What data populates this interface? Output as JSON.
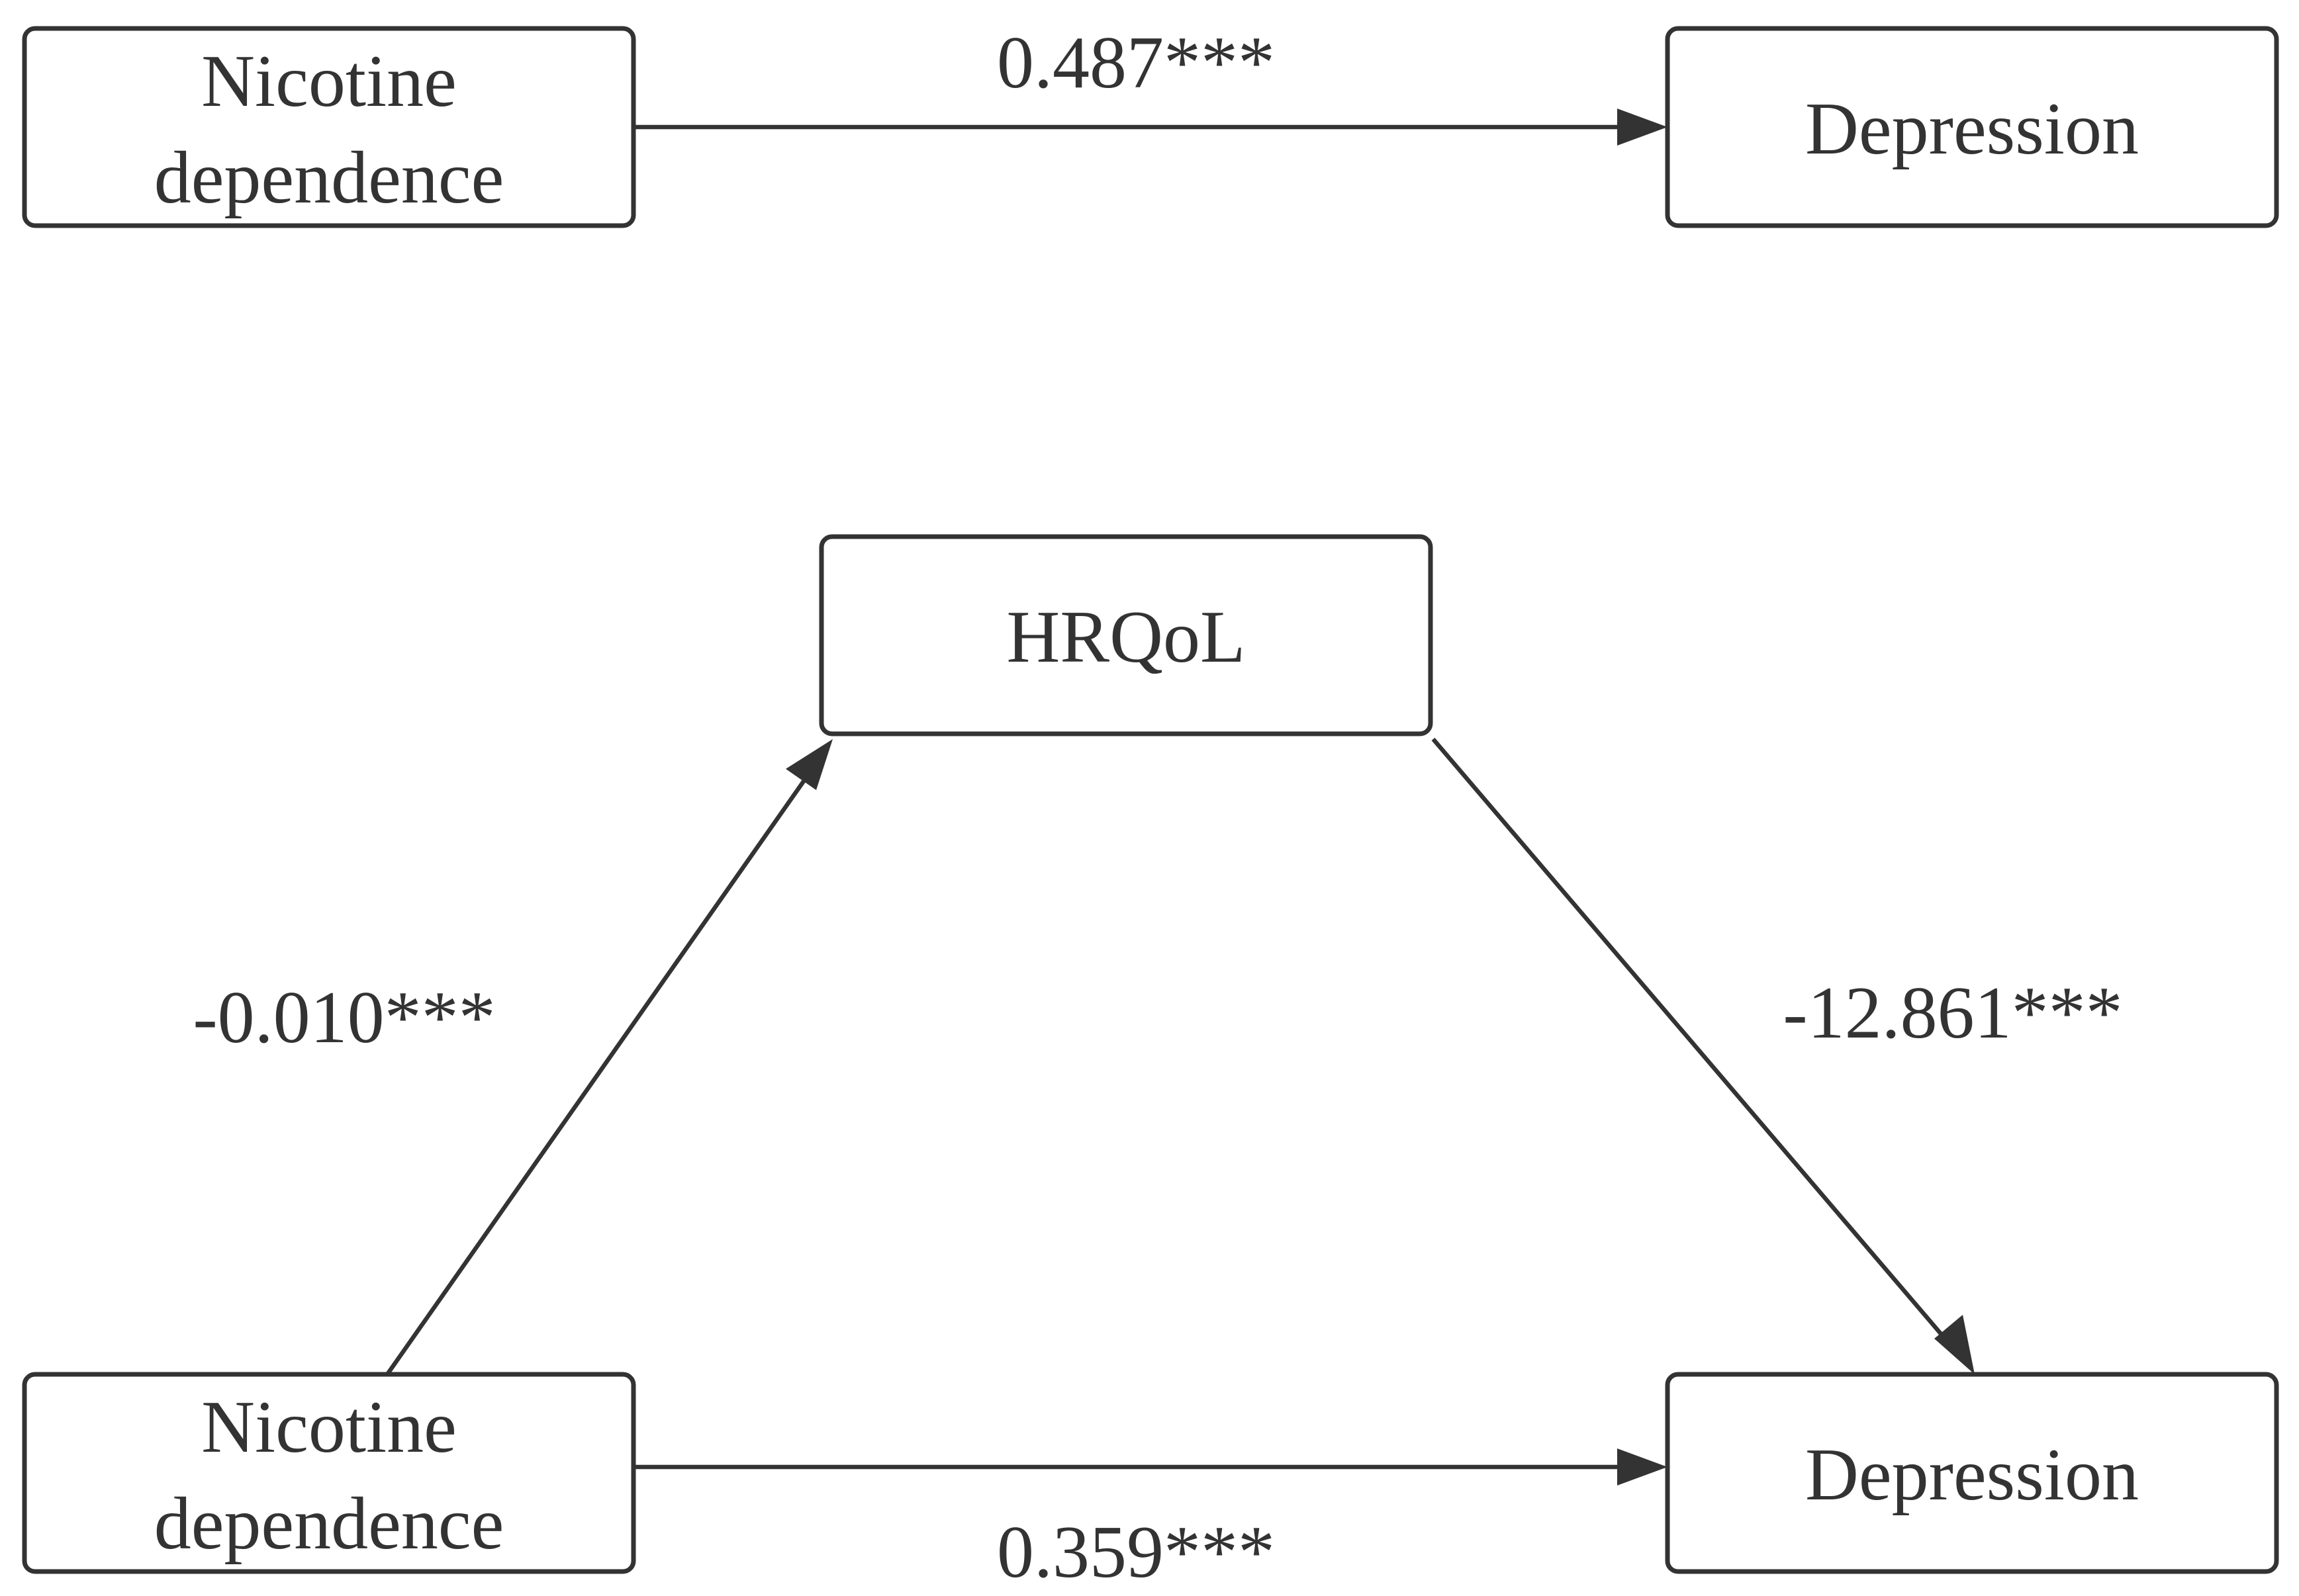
{
  "colors": {
    "stroke": "#333333",
    "text": "#333333",
    "background": "#ffffff"
  },
  "total_effect": {
    "source": {
      "line1": "Nicotine",
      "line2": "dependence"
    },
    "target": {
      "label": "Depression"
    },
    "coefficient": "0.487***"
  },
  "mediation": {
    "source": {
      "line1": "Nicotine",
      "line2": "dependence"
    },
    "mediator": {
      "label": "HRQoL"
    },
    "target": {
      "label": "Depression"
    },
    "path_a": "-0.010***",
    "path_b": "-12.861***",
    "path_c_prime": "0.359***"
  }
}
